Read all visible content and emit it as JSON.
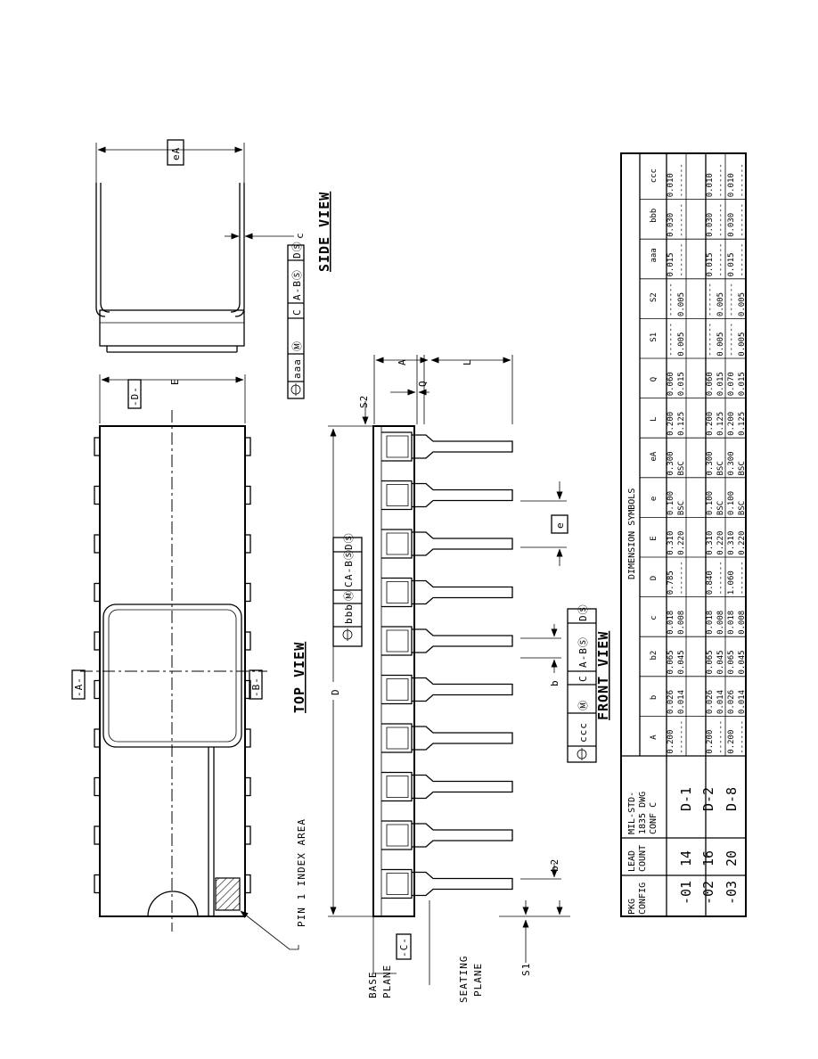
{
  "datums": {
    "a": "-A-",
    "b": "-B-",
    "c": "-C-",
    "d": "-D-"
  },
  "top_view": {
    "title": "TOP VIEW",
    "pin1_label": "PIN 1 INDEX AREA",
    "dim_D": "D",
    "dim_E": "E"
  },
  "side_view": {
    "title": "SIDE VIEW",
    "dim_eA": "eA",
    "dim_c": "c"
  },
  "front_view": {
    "title": "FRONT VIEW",
    "base_plane": [
      "BASE",
      "PLANE"
    ],
    "seating_plane": [
      "SEATING",
      "PLANE"
    ],
    "dims": {
      "A": "A",
      "Q": "Q",
      "L": "L",
      "S1": "S1",
      "S2": "S2",
      "b": "b",
      "b2": "b2",
      "e": "e"
    }
  },
  "fcf": {
    "aaa": [
      "aaa",
      "Ⓜ",
      "C",
      "A-BⓈ",
      "DⓈ"
    ],
    "bbb": [
      "bbb",
      "Ⓜ",
      "C",
      "A-BⓈ",
      "DⓈ"
    ],
    "ccc": [
      "ccc",
      "Ⓜ",
      "C",
      "A-BⓈ",
      "DⓈ"
    ]
  },
  "table": {
    "title": "DIMENSION SYMBOLS",
    "headers": {
      "pkg": [
        "PKG",
        "CONFIG"
      ],
      "lead": [
        "LEAD",
        "COUNT"
      ],
      "mil": [
        "MIL-STD-",
        "1835 DWG",
        "CONF C"
      ],
      "symbols": [
        "A",
        "b",
        "b2",
        "c",
        "D",
        "E",
        "e",
        "eA",
        "L",
        "Q",
        "S1",
        "S2",
        "aaa",
        "bbb",
        "ccc"
      ]
    },
    "rows": [
      {
        "pkg": "-01",
        "lead": "14",
        "dwg": "D-1",
        "max": [
          "0.200",
          "0.026",
          "0.065",
          "0.018",
          "0.785",
          "0.310",
          "0.100",
          "0.300",
          "0.200",
          "0.060",
          "-------",
          "-------",
          "0.015",
          "0.030",
          "0.010"
        ],
        "min": [
          "-------",
          "0.014",
          "0.045",
          "0.008",
          "-------",
          "0.220",
          "BSC",
          "BSC",
          "0.125",
          "0.015",
          "0.005",
          "0.005",
          "-------",
          "-------",
          "-------"
        ]
      },
      {
        "pkg": "-02",
        "lead": "16",
        "dwg": "D-2",
        "max": [
          "0.200",
          "0.026",
          "0.065",
          "0.018",
          "0.840",
          "0.310",
          "0.100",
          "0.300",
          "0.200",
          "0.060",
          "-------",
          "-------",
          "0.015",
          "0.030",
          "0.010"
        ],
        "min": [
          "-------",
          "0.014",
          "0.045",
          "0.008",
          "-------",
          "0.220",
          "BSC",
          "BSC",
          "0.125",
          "0.015",
          "0.005",
          "0.005",
          "-------",
          "-------",
          "-------"
        ]
      },
      {
        "pkg": "-03",
        "lead": "20",
        "dwg": "D-8",
        "max": [
          "0.200",
          "0.026",
          "0.065",
          "0.018",
          "1.060",
          "0.310",
          "0.100",
          "0.300",
          "0.200",
          "0.070",
          "-------",
          "-------",
          "0.015",
          "0.030",
          "0.010"
        ],
        "min": [
          "-------",
          "0.014",
          "0.045",
          "0.008",
          "-------",
          "0.220",
          "BSC",
          "BSC",
          "0.125",
          "0.015",
          "0.005",
          "0.005",
          "-------",
          "-------",
          "-------"
        ]
      }
    ]
  }
}
